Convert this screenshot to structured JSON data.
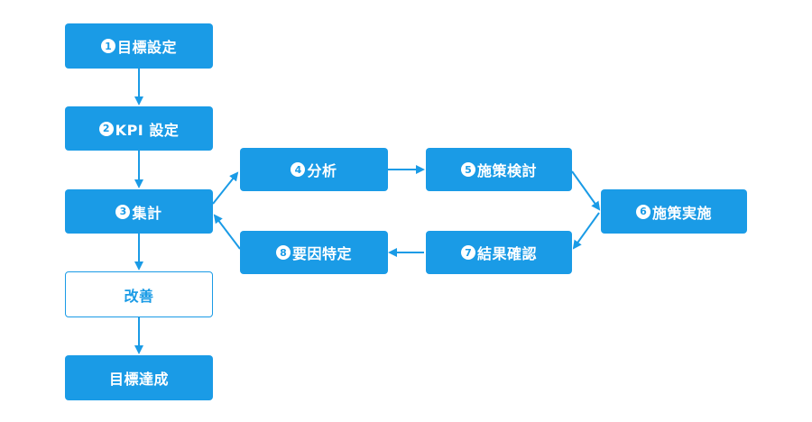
{
  "colors": {
    "primary": "#1a9be6",
    "node_text": "#ffffff",
    "outline_text": "#1a9be6"
  },
  "nodes": {
    "goal": {
      "num": "1",
      "label": "目標設定"
    },
    "kpi": {
      "num": "2",
      "label": "KPI 設定"
    },
    "aggregate": {
      "num": "3",
      "label": "集計"
    },
    "improve": {
      "label": "改善"
    },
    "achieve": {
      "label": "目標達成"
    },
    "analyze": {
      "num": "4",
      "label": "分析"
    },
    "review": {
      "num": "5",
      "label": "施策検討"
    },
    "execute": {
      "num": "6",
      "label": "施策実施"
    },
    "confirm": {
      "num": "7",
      "label": "結果確認"
    },
    "identify": {
      "num": "8",
      "label": "要因特定"
    }
  }
}
